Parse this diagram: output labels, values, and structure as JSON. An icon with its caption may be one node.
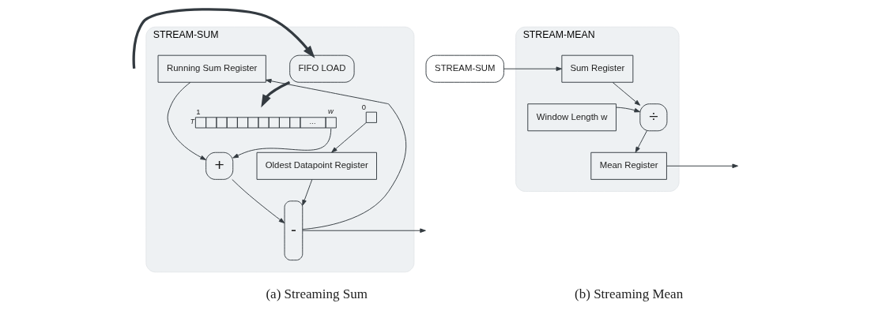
{
  "diagram": {
    "nodes": [
      {
        "text": [
          "STREAM-SUM"
        ]
      },
      {
        "text": [
          "FIFO LOAD"
        ],
        "in": 0
      },
      {
        "text": [
          "Running Sum Register"
        ],
        "in": 0
      },
      {
        "text": [],
        "shape": "box",
        "in": 0,
        "beside": [
          "0"
        ]
      },
      {
        "text": [
          "…"
        ],
        "in": 0,
        "beside": [
          "T",
          "1",
          "w"
        ]
      },
      {
        "text": [
          "Oldest Datapoint Register"
        ],
        "in": 0
      },
      {
        "text": [
          "+"
        ],
        "in": 0
      },
      {
        "text": [
          "-"
        ],
        "in": 0
      },
      {
        "text": [
          "STREAM-SUM"
        ]
      },
      {
        "text": [
          "STREAM-MEAN"
        ]
      },
      {
        "text": [
          "Sum Register"
        ],
        "in": 9
      },
      {
        "text": [
          "÷"
        ],
        "in": 9
      },
      {
        "text": [
          "Window Length w"
        ],
        "in": 9
      },
      {
        "text": [
          "Mean Register"
        ],
        "in": 9
      }
    ],
    "edges": [
      {
        "from": null,
        "to": 1,
        "arrow": "to",
        "style": "thick"
      },
      {
        "from": 1,
        "to": 4,
        "arrow": "to",
        "style": "thick"
      },
      {
        "from": 3,
        "to": 5,
        "arrow": "to"
      },
      {
        "from": 4,
        "to": 6,
        "arrow": "to"
      },
      {
        "from": 2,
        "to": 6,
        "arrow": "to"
      },
      {
        "from": 6,
        "to": 7,
        "arrow": "to"
      },
      {
        "from": 5,
        "to": 7,
        "arrow": "to"
      },
      {
        "from": 7,
        "to": 2,
        "arrow": "to"
      },
      {
        "from": 7,
        "to": null,
        "arrow": "to"
      },
      {
        "from": 8,
        "to": 10,
        "arrow": "to"
      },
      {
        "from": 10,
        "to": 11,
        "arrow": "to"
      },
      {
        "from": 12,
        "to": 11,
        "arrow": "to"
      },
      {
        "from": 11,
        "to": 13,
        "arrow": "to"
      },
      {
        "from": 13,
        "to": null,
        "arrow": "to"
      }
    ],
    "labels": [
      "(a) Streaming Sum",
      "(b) Streaming Mean"
    ]
  }
}
